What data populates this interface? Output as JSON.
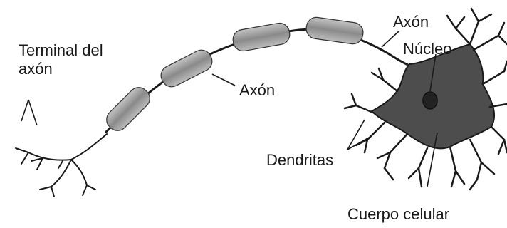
{
  "labels": {
    "axon_terminal_line1": "Terminal del",
    "axon_terminal_line2": "axón",
    "axon_middle": "Axón",
    "axon_top": "Axón",
    "nucleus": "Núcleo",
    "dendrites": "Dendritas",
    "cell_body": "Cuerpo celular"
  },
  "colors": {
    "ink": "#1a1a1a",
    "cell_body_fill": "#4d4d4d",
    "myelin_fill": "#9a9a9a",
    "myelin_dark": "#6f6f6f",
    "nucleus_fill": "#222222"
  }
}
